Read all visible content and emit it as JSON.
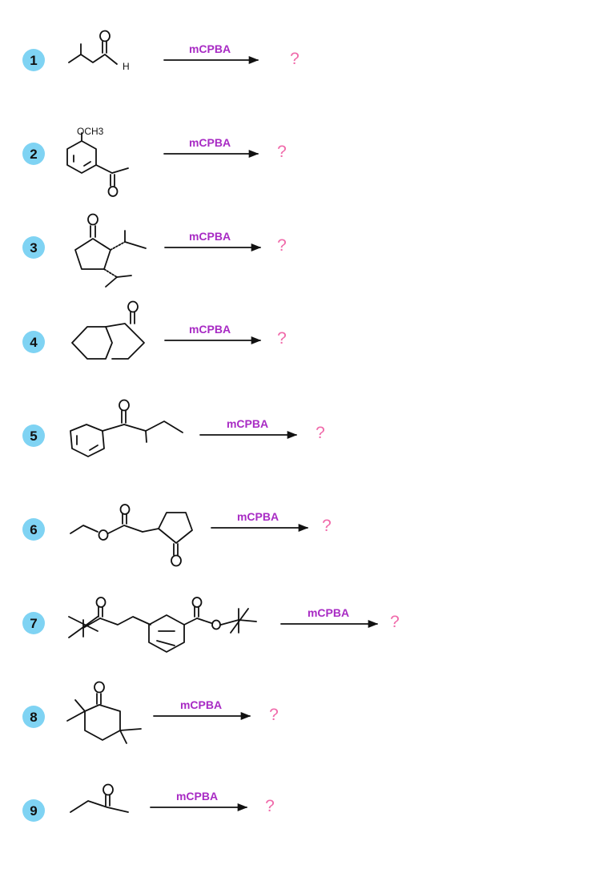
{
  "reagent": "mCPBA",
  "product_placeholder": "?",
  "colors": {
    "number_circle": "#7fd3f3",
    "reagent_text": "#a82bc4",
    "question_mark": "#f06aaa",
    "ink": "#111111"
  },
  "problems": [
    {
      "number": "1",
      "atom_labels": [
        "H"
      ]
    },
    {
      "number": "2",
      "atom_labels": [
        "OCH3"
      ]
    },
    {
      "number": "3",
      "atom_labels": []
    },
    {
      "number": "4",
      "atom_labels": []
    },
    {
      "number": "5",
      "atom_labels": []
    },
    {
      "number": "6",
      "atom_labels": []
    },
    {
      "number": "7",
      "atom_labels": []
    },
    {
      "number": "8",
      "atom_labels": []
    },
    {
      "number": "9",
      "atom_labels": []
    }
  ]
}
